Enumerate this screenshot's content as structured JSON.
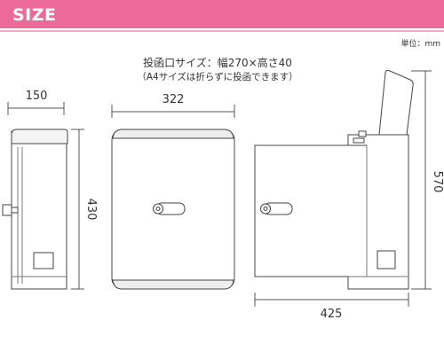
{
  "header": {
    "title": "SIZE",
    "bar_color": "#ec6a98",
    "line_color": "#f3aac6"
  },
  "unit_note": "単位：mm",
  "caption": {
    "line1": "投函口サイズ：幅270×高さ40",
    "line2": "（A4サイズは折らずに投函できます）"
  },
  "dimensions": {
    "side_depth": "150",
    "side_height": "430",
    "front_width": "322",
    "open_width": "425",
    "open_height": "570"
  }
}
